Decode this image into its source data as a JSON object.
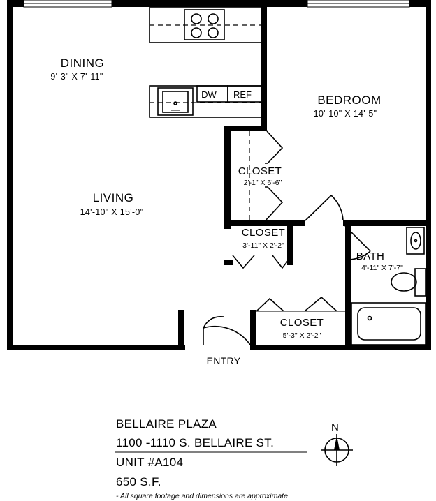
{
  "rooms": {
    "dining": {
      "name": "DINING",
      "dims": "9'-3\" X 7'-11\""
    },
    "bedroom": {
      "name": "BEDROOM",
      "dims": "10'-10\" X 14'-5\""
    },
    "living": {
      "name": "LIVING",
      "dims": "14'-10\" X 15'-0\""
    },
    "closet_bedroom": {
      "name": "CLOSET",
      "dims": "2'-1\" X 6'-6\""
    },
    "closet_hall": {
      "name": "CLOSET",
      "dims": "3'-11\" X 2'-2\""
    },
    "bath": {
      "name": "BATH",
      "dims": "4'-11\" X 7'-7\""
    },
    "closet_entry": {
      "name": "CLOSET",
      "dims": "5'-3\" X 2'-2\""
    }
  },
  "appliances": {
    "dishwasher": "DW",
    "refrigerator": "REF"
  },
  "entry_label": "ENTRY",
  "property": {
    "name": "BELLAIRE PLAZA",
    "address": "1100 -1110 S. BELLAIRE ST.",
    "unit": "UNIT #A104",
    "area": "650 S.F.",
    "disclaimer": "- All square footage and dimensions are approximate"
  },
  "compass_label": "N"
}
